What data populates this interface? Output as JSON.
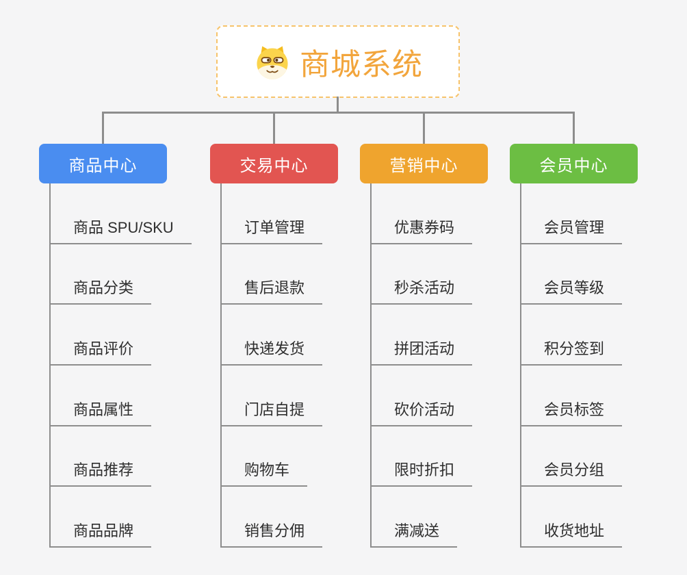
{
  "root": {
    "title": "商城系统",
    "icon": "dog-face-icon",
    "accent_color": "#f2a53c",
    "border_color": "#f7c36a"
  },
  "connector_color": "#8d8d8d",
  "background_color": "#f5f5f6",
  "branches": [
    {
      "label": "商品中心",
      "color": "#4a8df0",
      "items": [
        "商品 SPU/SKU",
        "商品分类",
        "商品评价",
        "商品属性",
        "商品推荐",
        "商品品牌"
      ]
    },
    {
      "label": "交易中心",
      "color": "#e25551",
      "items": [
        "订单管理",
        "售后退款",
        "快递发货",
        "门店自提",
        "购物车",
        "销售分佣"
      ]
    },
    {
      "label": "营销中心",
      "color": "#efa42e",
      "items": [
        "优惠券码",
        "秒杀活动",
        "拼团活动",
        "砍价活动",
        "限时折扣",
        "满减送"
      ]
    },
    {
      "label": "会员中心",
      "color": "#6cbe43",
      "items": [
        "会员管理",
        "会员等级",
        "积分签到",
        "会员标签",
        "会员分组",
        "收货地址"
      ]
    }
  ]
}
